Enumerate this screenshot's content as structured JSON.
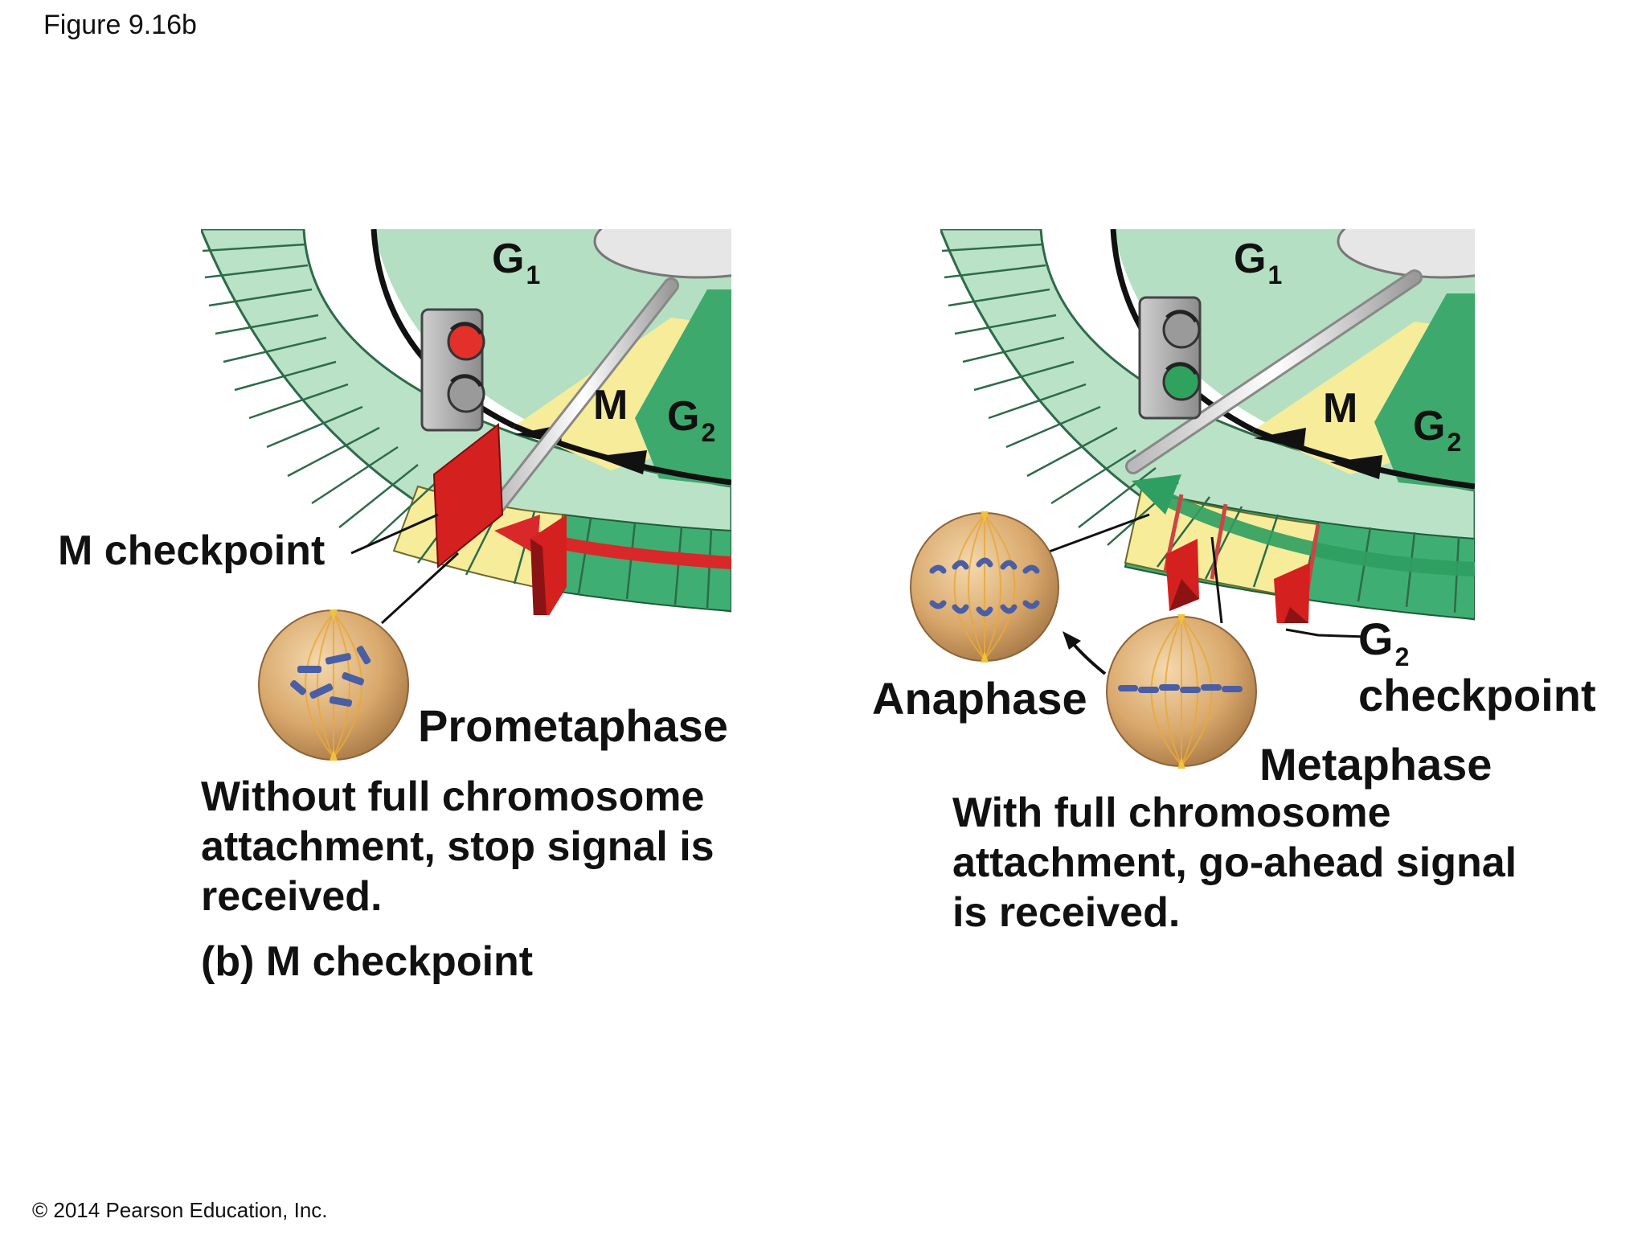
{
  "figure_label": "Figure 9.16b",
  "copyright": "© 2014 Pearson Education, Inc.",
  "panel_left": {
    "phase_g1": "G",
    "phase_g1_sub": "1",
    "phase_m": "M",
    "phase_g2": "G",
    "phase_g2_sub": "2",
    "checkpoint_label": "M checkpoint",
    "cell_label": "Prometaphase",
    "caption_lines": [
      "Without full chromosome",
      "attachment, stop signal is",
      "received."
    ],
    "section_label": "(b) M checkpoint",
    "traffic_light_state": "red"
  },
  "panel_right": {
    "phase_g1": "G",
    "phase_g1_sub": "1",
    "phase_m": "M",
    "phase_g2": "G",
    "phase_g2_sub": "2",
    "anaphase_label": "Anaphase",
    "metaphase_label": "Metaphase",
    "g2_checkpoint_main": "G",
    "g2_checkpoint_sub": "2",
    "g2_checkpoint_word": "checkpoint",
    "caption_lines": [
      "With full chromosome",
      "attachment, go-ahead signal",
      "is received."
    ],
    "traffic_light_state": "green"
  },
  "colors": {
    "ring_light": "#b9e2c6",
    "ring_dark": "#3fae72",
    "g1_fill": "#b4dfc2",
    "m_fill": "#f6ec9a",
    "g2_fill": "#3ea96d",
    "checkpoint_red": "#d4201f",
    "arrow_red": "#d8282a",
    "arrow_green": "#2f9e61",
    "light_red": "#e3302a",
    "light_green": "#2fa35e",
    "cell_fill": "#d9a96d",
    "spindle": "#e9a938",
    "chromosome": "#4a5ea5"
  }
}
